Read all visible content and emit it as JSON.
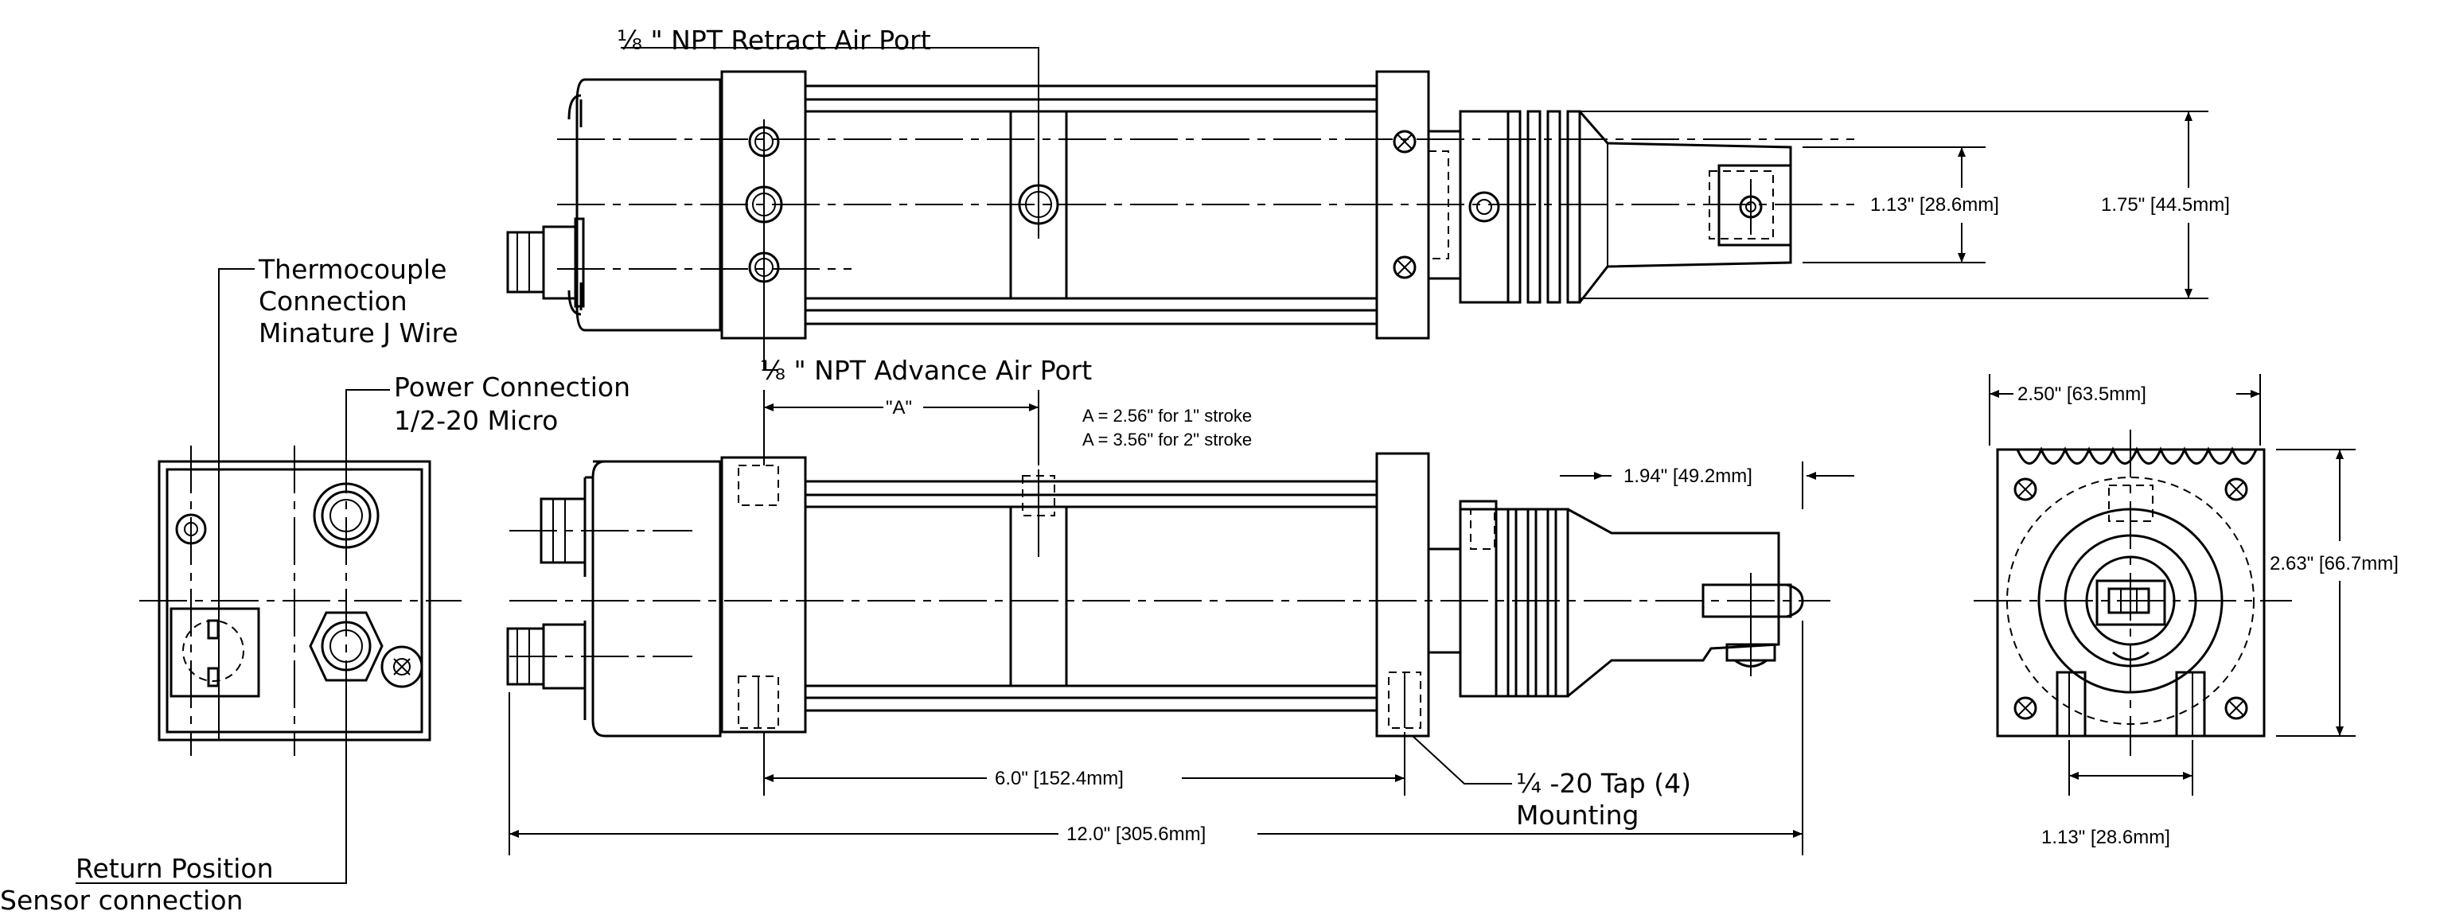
{
  "labels": {
    "retract_port": "⅛ \" NPT Retract Air Port",
    "advance_port": "⅛ \" NPT Advance Air Port",
    "thermo_1": "Thermocouple",
    "thermo_2": "Connection",
    "thermo_3": "Minature J Wire",
    "power_1": "Power Connection",
    "power_2": "1/2-20 Micro",
    "return_1": "Return Position",
    "return_2": "Sensor connection",
    "tap_1": "¼ -20 Tap (4)",
    "tap_2": "Mounting",
    "a_note_1": "A = 2.56\" for 1\" stroke",
    "a_note_2": "A = 3.56\" for 2\" stroke"
  },
  "dimensions": {
    "a": "\"A\"",
    "d_113_top": "1.13\" [28.6mm]",
    "d_175": "1.75\" [44.5mm]",
    "d_194": "1.94\" [49.2mm]",
    "d_60": "6.0\" [152.4mm]",
    "d_120": "12.0\" [305.6mm]",
    "d_250": "2.50\" [63.5mm]",
    "d_263": "2.63\" [66.7mm]",
    "d_113_end": "1.13\" [28.6mm]"
  }
}
